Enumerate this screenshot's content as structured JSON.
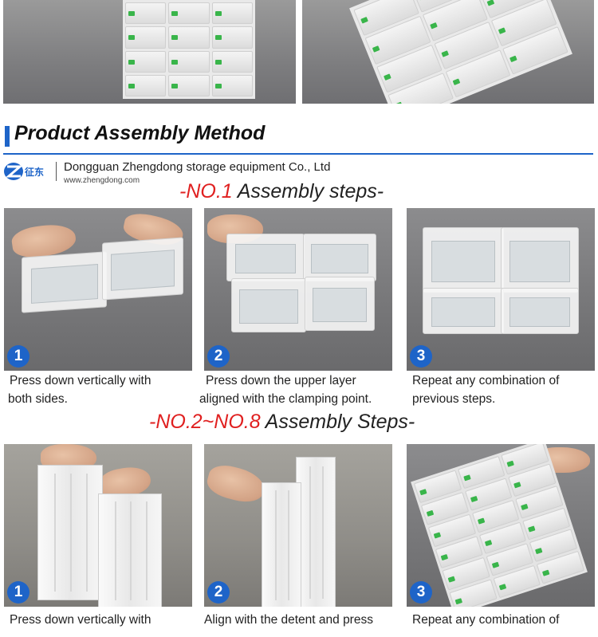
{
  "section": {
    "title": "Product Assembly Method"
  },
  "company": {
    "logo_text": "征东",
    "name": "Dongguan Zhengdong storage equipment Co., Ltd",
    "website": "www.zhengdong.com"
  },
  "group1": {
    "heading_prefix": "-",
    "heading_red": "NO.1",
    "heading_rest": " Assembly steps",
    "heading_suffix": "-",
    "steps": [
      {
        "number": "1",
        "caption_line1": "Press down vertically with",
        "caption_line2": "both sides."
      },
      {
        "number": "2",
        "caption_line1": "Press down the upper layer",
        "caption_line2": "aligned with the clamping point."
      },
      {
        "number": "3",
        "caption_line1": "Repeat any combination of",
        "caption_line2": "previous steps."
      }
    ]
  },
  "group2": {
    "heading_prefix": "-",
    "heading_red": "NO.2~NO.8",
    "heading_rest": " Assembly Steps",
    "heading_suffix": "-",
    "steps": [
      {
        "number": "1",
        "caption_line1": "Press down vertically with"
      },
      {
        "number": "2",
        "caption_line1": "Align with the detent and press"
      },
      {
        "number": "3",
        "caption_line1": "Repeat any combination of"
      }
    ]
  },
  "colors": {
    "accent_blue": "#1e64c8",
    "accent_red": "#e02020"
  }
}
